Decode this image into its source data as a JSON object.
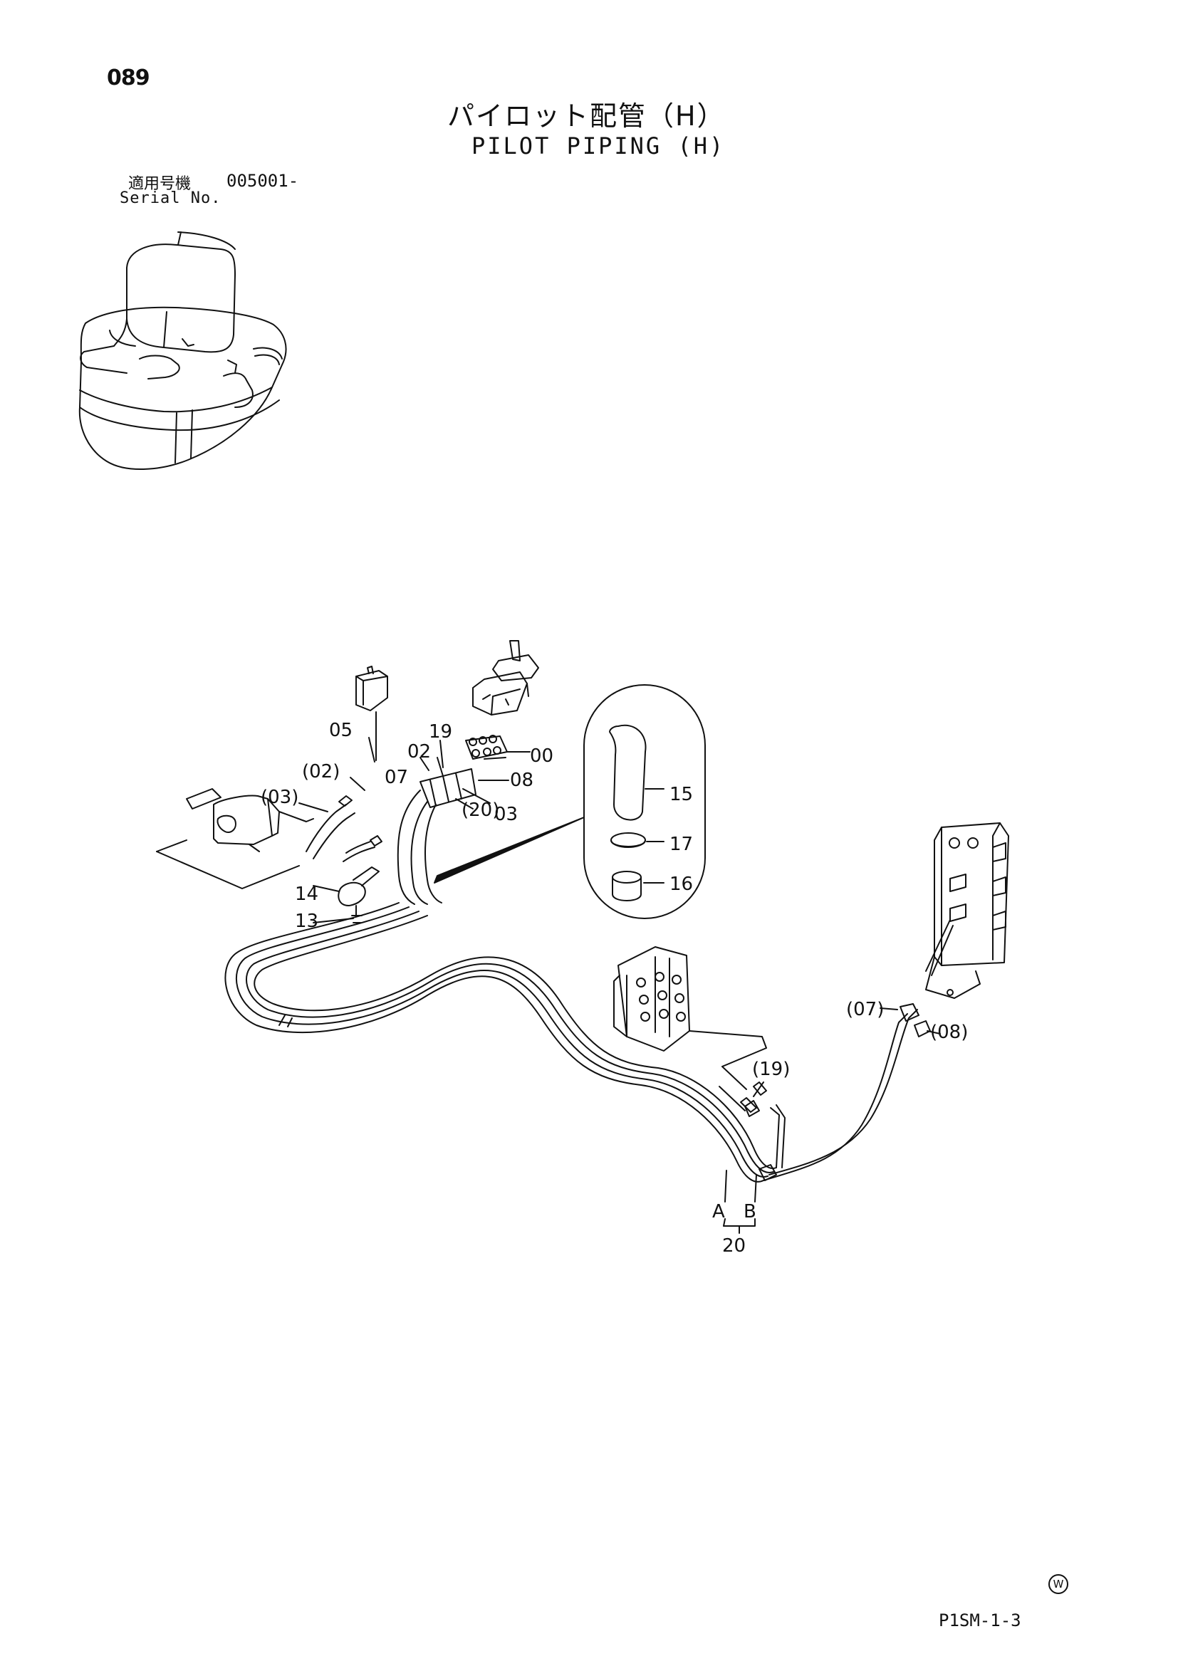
{
  "header": {
    "page_number": "089",
    "title_jp": "パイロット配管（H）",
    "title_en": "PILOT PIPING (H)"
  },
  "serial": {
    "label_jp": "適用号機",
    "value": "005001-",
    "label_en": "Serial No."
  },
  "footer": {
    "mark": "W",
    "code": "P1SM-1-3"
  },
  "callouts": {
    "c05": "05",
    "c19_top": "19",
    "c00": "00",
    "c02": "02",
    "c07": "07",
    "c08": "08",
    "c03": "03",
    "c20_paren": "(20)",
    "c02_paren": "(02)",
    "c03_paren": "(03)",
    "c14": "14",
    "c13": "13",
    "c15": "15",
    "c17": "17",
    "c16": "16",
    "c07_paren": "(07)",
    "c08_paren": "(08)",
    "c19_paren": "(19)",
    "cA": "A",
    "cB": "B",
    "c20": "20"
  }
}
